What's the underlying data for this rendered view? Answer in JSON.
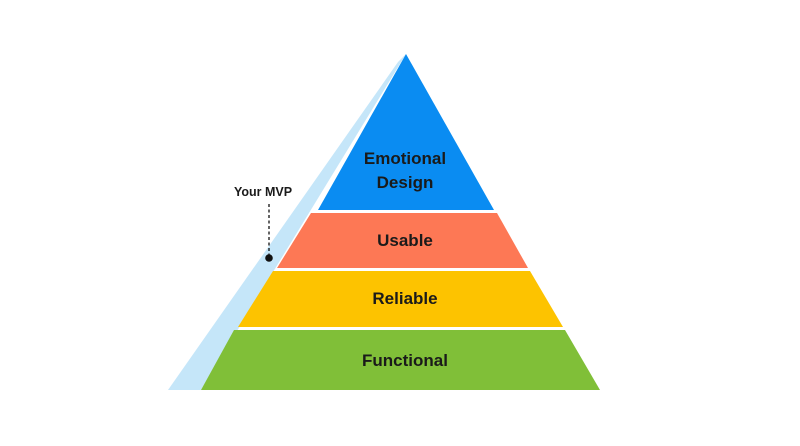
{
  "diagram": {
    "type": "pyramid",
    "layers_top_to_bottom": [
      {
        "id": "emotional-design",
        "lines": [
          "Emotional",
          "Design"
        ],
        "color": "#0a8cf2"
      },
      {
        "id": "usable",
        "lines": [
          "Usable"
        ],
        "color": "#fd7855"
      },
      {
        "id": "reliable",
        "lines": [
          "Reliable"
        ],
        "color": "#fdc300"
      },
      {
        "id": "functional",
        "lines": [
          "Functional"
        ],
        "color": "#80bf38"
      }
    ],
    "mvp_slice": {
      "label": "Your MVP",
      "color": "#c5e6f9"
    },
    "marker_color": "#111111"
  }
}
